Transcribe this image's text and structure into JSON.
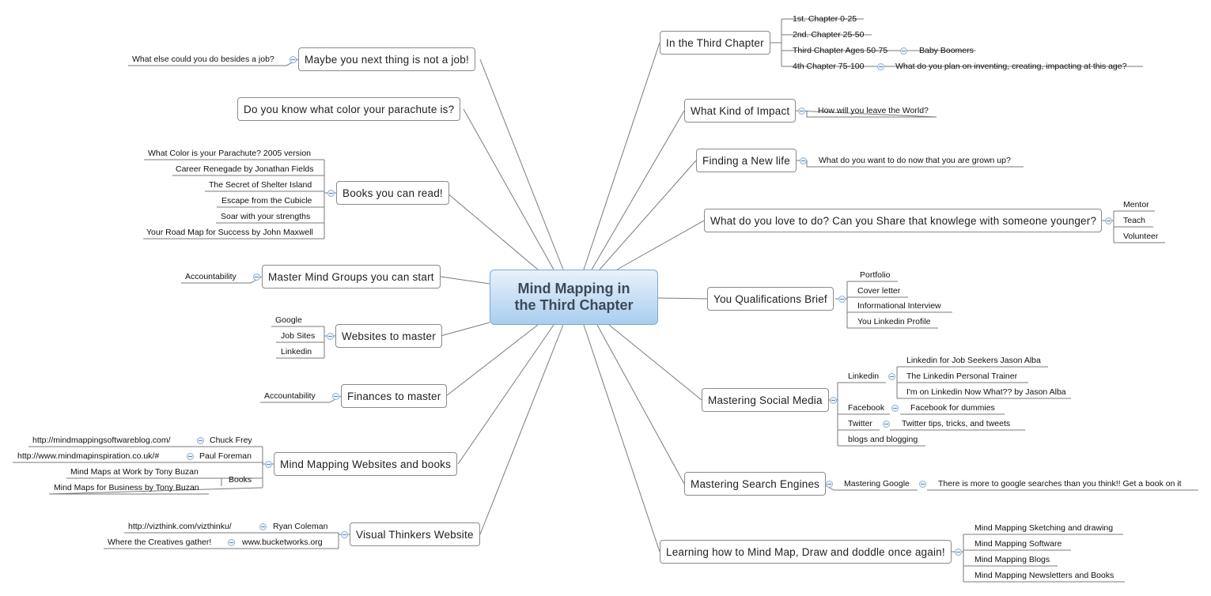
{
  "central": {
    "line1": "Mind Mapping in",
    "line2": "the Third Chapter"
  },
  "topics": {
    "third_chapter": "In the Third Chapter",
    "impact": "What Kind of Impact",
    "new_life": "Finding a New life",
    "love": "What do you love to do? Can you Share that knowlege with someone younger?",
    "qualifications": "You Qualifications Brief",
    "social": "Mastering Social Media",
    "search": "Mastering Search Engines",
    "learning": "Learning how to Mind Map, Draw and doddle once again!",
    "not_job": "Maybe you next thing is not a job!",
    "parachute": "Do you know what color your parachute is?",
    "books": "Books you can read!",
    "mastermind": "Master Mind Groups you can start",
    "websites": "Websites to master",
    "finances": "Finances to master",
    "mm_websites": "Mind Mapping Websites and books",
    "visual": "Visual Thinkers Website"
  },
  "leaves": {
    "ch1": "1st. Chapter 0-25",
    "ch2": "2nd. Chapter 25-50",
    "ch3": "Third Chapter Ages 50-75",
    "boomers": "Baby Boomers",
    "ch4": "4th Chapter 75-100",
    "inventing": "What do you plan on inventing, creating, impacting at this age?",
    "leave_world": "How will you leave the World?",
    "grown_up": "What do you want to do now that you are grown up?",
    "mentor": "Mentor",
    "teach": "Teach",
    "volunteer": "Volunteer",
    "portfolio": "Portfolio",
    "cover": "Cover letter",
    "informational": "Informational Interview",
    "linkedin_profile": "You Linkedin Profile",
    "linkedin": "Linkedin",
    "li_alba": "Linkedin for Job Seekers Jason Alba",
    "li_trainer": "The Linkedin Personal Trainer",
    "li_now": "I'm on Linkedin Now What?? by Jason Alba",
    "facebook": "Facebook",
    "fb_dummies": "Facebook for dummies",
    "twitter": "Twitter",
    "tw_tips": "Twitter tips, tricks, and tweets",
    "blogs": "blogs and blogging",
    "mastering_google": "Mastering Google",
    "google_book": "There is more to google searches than you think!! Get a book on it",
    "mm_sketch": "Mind Mapping Sketching and drawing",
    "mm_software": "Mind Mapping Software",
    "mm_blogs": "Mind Mapping Blogs",
    "mm_newsletters": "Mind Mapping Newsletters and Books",
    "besides_job": "What else could you do besides a job?",
    "b1": "What Color is your Parachute? 2005 version",
    "b2": "Career Renegade by Jonathan Fields",
    "b3": "The Secret of Shelter Island",
    "b4": "Escape from the Cubicle",
    "b5": "Soar with your strengths",
    "b6": "Your Road Map for Success by John Maxwell",
    "accountability1": "Accountability",
    "google": "Google",
    "job_sites": "Job Sites",
    "linkedin2": "Linkedin",
    "accountability2": "Accountability",
    "url_frey": "http://mindmappingsoftwareblog.com/",
    "chuck": "Chuck Frey",
    "url_foreman": "http://www.mindmapinspiration.co.uk/#",
    "paul": "Paul Foreman",
    "work_buzan": "Mind Maps at Work by Tony Buzan",
    "books_leaf": "Books",
    "business_buzan": "Mind Maps for Business by Tony Buzan",
    "url_viz": "http://vizthink.com/vizthinku/",
    "ryan": "Ryan Coleman",
    "creatives": "Where the Creatives gather!",
    "bucket": "www.bucketworks.org"
  }
}
